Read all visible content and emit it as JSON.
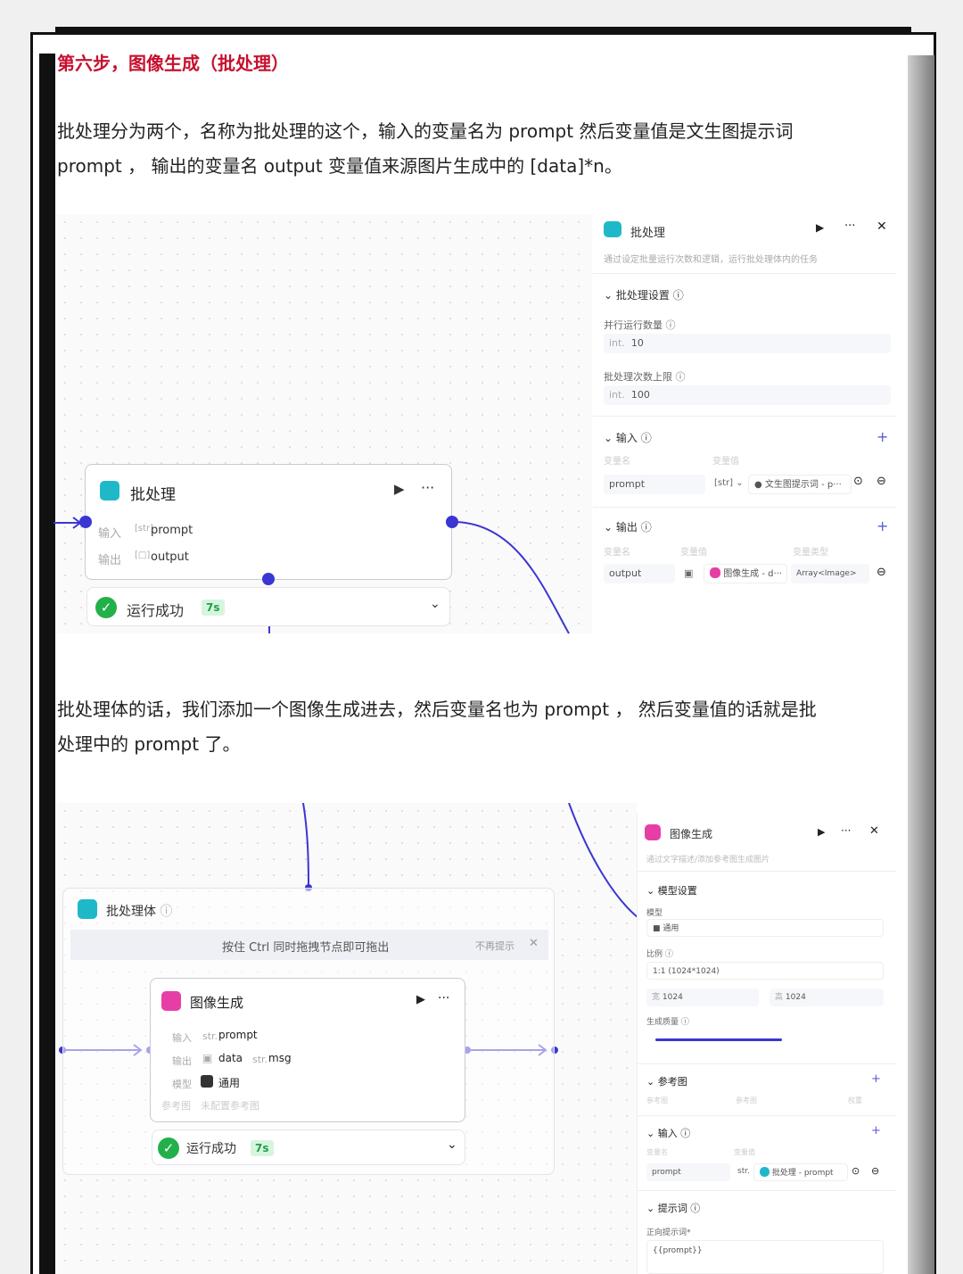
{
  "heading": "第六步，图像生成（批处理）",
  "para1_line1": "批处理分为两个，名称为批处理的这个，输入的变量名为 prompt 然后变量值是文生图提示词",
  "para1_line2": "prompt ， 输出的变量名 output 变量值来源图片生成中的 [data]*n。",
  "para2_line1": "批处理体的话，我们添加一个图像生成进去，然后变量名也为 prompt ， 然后变量值的话就是批",
  "para2_line2": "处理中的 prompt 了。",
  "shot1": {
    "node": {
      "title": "批处理",
      "input_label": "输入",
      "input_type": "[str]",
      "input_value": "prompt",
      "output_label": "输出",
      "output_type": "[□]",
      "output_value": "output",
      "status": "运行成功",
      "time": "7s"
    },
    "panel": {
      "title": "批处理",
      "desc": "通过设定批量运行次数和逻辑，运行批处理体内的任务",
      "section_settings": "批处理设置",
      "parallel_label": "并行运行数量",
      "parallel_type": "int.",
      "parallel_value": "10",
      "limit_label": "批处理次数上限",
      "limit_type": "int.",
      "limit_value": "100",
      "section_input": "输入",
      "col_name": "变量名",
      "col_value": "变量值",
      "input_name": "prompt",
      "input_type": "[str]",
      "input_ref": "文生图提示词 - p···",
      "section_output": "输出",
      "col_type": "变量类型",
      "output_name": "output",
      "output_ref": "图像生成 - d···",
      "output_type": "Array<Image>"
    }
  },
  "shot2": {
    "container": {
      "title": "批处理体",
      "hint": "按住 Ctrl 同时拖拽节点即可拖出",
      "hint_dismiss": "不再提示"
    },
    "node": {
      "title": "图像生成",
      "input_label": "输入",
      "input_type": "str.",
      "input_value": "prompt",
      "output_label": "输出",
      "output_value1": "data",
      "output_type2": "str.",
      "output_value2": "msg",
      "model_label": "模型",
      "model_value": "通用",
      "ref_label": "参考图",
      "ref_value": "未配置参考图",
      "status": "运行成功",
      "time": "7s"
    },
    "panel": {
      "title": "图像生成",
      "desc": "通过文字描述/添加参考图生成图片",
      "section_model": "模型设置",
      "model_label": "模型",
      "model_value": "通用",
      "ratio_label": "比例",
      "ratio_value": "1:1 (1024*1024)",
      "width_label": "宽",
      "width_value": "1024",
      "height_label": "高",
      "height_value": "1024",
      "quality_label": "生成质量",
      "section_ref": "参考图",
      "ref_col1": "参考图",
      "ref_col2": "参考图",
      "ref_col3": "权重",
      "section_input": "输入",
      "col_name": "变量名",
      "col_value": "变量值",
      "input_name": "prompt",
      "input_type": "str.",
      "input_ref": "批处理 - prompt",
      "section_prompt": "提示词",
      "prompt_label": "正向提示词*",
      "prompt_value": "{{prompt}}"
    }
  },
  "colors": {
    "accent": "#3a36d3",
    "heading": "#c8102e",
    "teal": "#1fb8c9",
    "pink": "#e73ea6",
    "success": "#22b04b"
  }
}
